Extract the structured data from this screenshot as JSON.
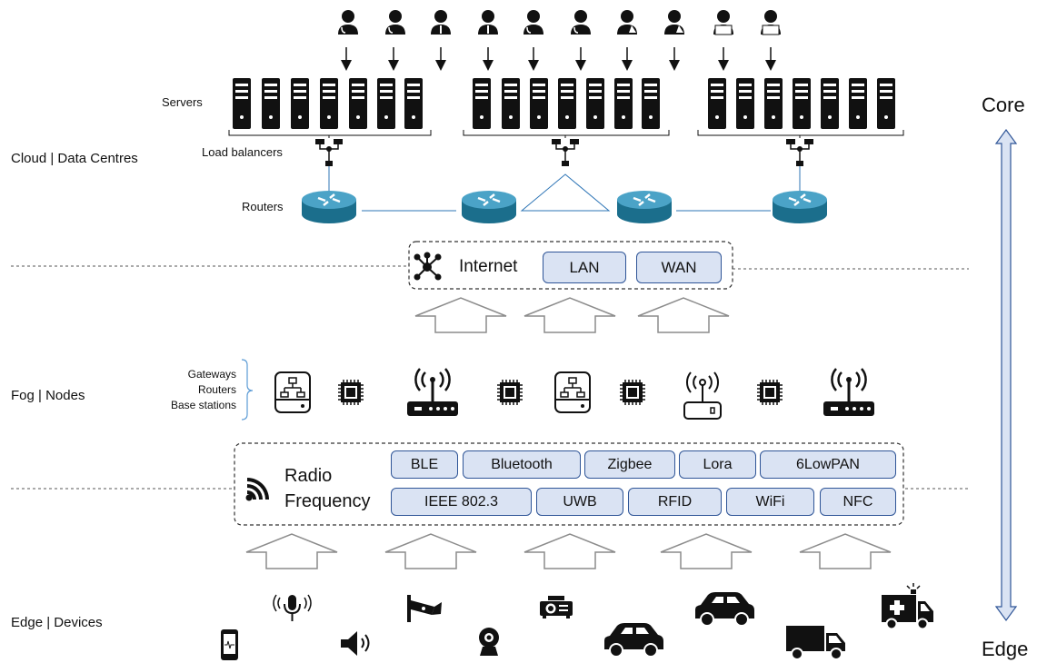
{
  "layers": {
    "cloud": "Cloud | Data Centres",
    "fog": "Fog | Nodes",
    "edge": "Edge | Devices"
  },
  "axis": {
    "top": "Core",
    "bottom": "Edge"
  },
  "cloud_labels": {
    "servers": "Servers",
    "load_balancers": "Load balancers",
    "routers": "Routers"
  },
  "internet": {
    "label": "Internet",
    "items": [
      "LAN",
      "WAN"
    ]
  },
  "fog_labels": [
    "Gateways",
    "Routers",
    "Base stations"
  ],
  "radio": {
    "title_line1": "Radio",
    "title_line2": "Frequency",
    "row1": [
      "BLE",
      "Bluetooth",
      "Zigbee",
      "Lora",
      "6LowPAN"
    ],
    "row2": [
      "IEEE 802.3",
      "UWB",
      "RFID",
      "WiFi",
      "NFC"
    ]
  },
  "icons": {
    "users": [
      "doctor-icon",
      "doctor-icon",
      "businessman-icon",
      "businessman-icon",
      "doctor-icon",
      "doctor-icon",
      "scientist-icon",
      "scientist-icon",
      "developer-icon",
      "developer-icon"
    ],
    "fog": [
      "gateway-icon",
      "chip-icon",
      "router-antenna-icon",
      "chip-icon",
      "gateway-icon",
      "chip-icon",
      "wifi-router-icon",
      "chip-icon",
      "router-antenna-icon"
    ],
    "edge": [
      "smartphone-icon",
      "microphone-icon",
      "speaker-icon",
      "security-camera-icon",
      "webcam-icon",
      "projector-icon",
      "car-icon",
      "car-icon",
      "truck-icon",
      "ambulance-icon"
    ]
  }
}
